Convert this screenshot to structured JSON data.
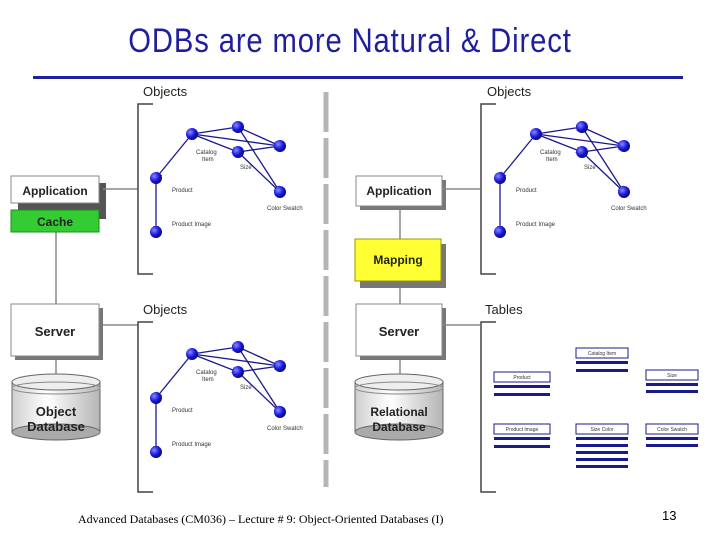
{
  "slide": {
    "title": "ODBs are more Natural & Direct",
    "footer": "Advanced Databases (CM036) – Lecture # 9: Object-Oriented Databases (I)",
    "page_number": "13"
  },
  "left": {
    "objects_top_label": "Objects",
    "objects_bottom_label": "Objects",
    "application_label": "Application",
    "cache_label": "Cache",
    "server_label": "Server",
    "database_label_1": "Object",
    "database_label_2": "Database"
  },
  "right": {
    "objects_top_label": "Objects",
    "tables_label": "Tables",
    "application_label": "Application",
    "mapping_label": "Mapping",
    "server_label": "Server",
    "database_label_1": "Relational",
    "database_label_2": "Database"
  },
  "object_graph_labels": {
    "catalog_item_1": "Catalog",
    "catalog_item_2": "Item",
    "size": "Size",
    "product": "Product",
    "color_swatch": "Color Swatch",
    "product_image": "Product Image"
  },
  "tables": {
    "catalog_item": "Catalog Item",
    "product": "Product",
    "size": "Size",
    "product_image": "Product Image",
    "size_color": "Size Color",
    "color_swatch": "Color Swatch"
  },
  "colors": {
    "title": "#1f1f9e",
    "cache_fill": "#33cc33",
    "mapping_fill": "#ffff33",
    "node_fill": "#1a1adf",
    "table_bar": "#1a1a8f"
  }
}
